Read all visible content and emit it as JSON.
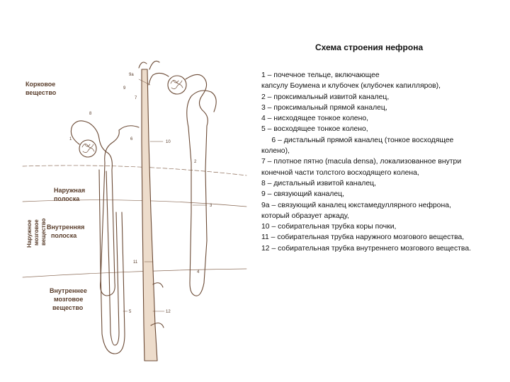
{
  "title": "Схема строения нефрона",
  "legend": [
    "1 – почечное тельце, включающее",
    "капсулу Боумена и клубочек (клубочек капилляров),",
    "2 – проксимальный извитой каналец,",
    "3 – проксимальный прямой каналец,",
    "4 – нисходящее тонкое колено,",
    "5 – восходящее тонкое колено,",
    "     6 – дистальный прямой каналец (тонкое восходящее",
    "колено),",
    "7 – плотное пятно (macula densa), локализованное внутри",
    "конечной части толстого восходящего колена,",
    "8 – дистальный извитой каналец,",
    "9 – связующий каналец,",
    "9а – связующий каналец юкстамедуллярного нефрона,",
    "который образует аркаду,",
    "10 – собирательная трубка коры почки,",
    "11 – собирательная трубка наружного мозгового вещества,",
    "12 – собирательная трубка внутреннего мозгового вещества."
  ],
  "diagram": {
    "zones": {
      "cortex": [
        "Корковое",
        "вещество"
      ],
      "outer_stripe": [
        "Наружная",
        "полоска"
      ],
      "inner_stripe": [
        "Внутренняя",
        "полоска"
      ],
      "inner_medulla": [
        "Внутреннее",
        "мозговое",
        "вещество"
      ],
      "outer_medulla_vertical": [
        "Наружное",
        "мозговое",
        "вещество"
      ]
    },
    "numbers": {
      "n1": "1",
      "n2": "2",
      "n3": "3",
      "n4": "4",
      "n5": "5",
      "n6": "6",
      "n7": "7",
      "n8": "8",
      "n9": "9",
      "n9a": "9a",
      "n10": "10",
      "n11": "11",
      "n12": "12"
    },
    "colors": {
      "ink": "#6b4a35",
      "duct_fill": "#eddccb",
      "zone_line": "#8a6a55"
    }
  }
}
